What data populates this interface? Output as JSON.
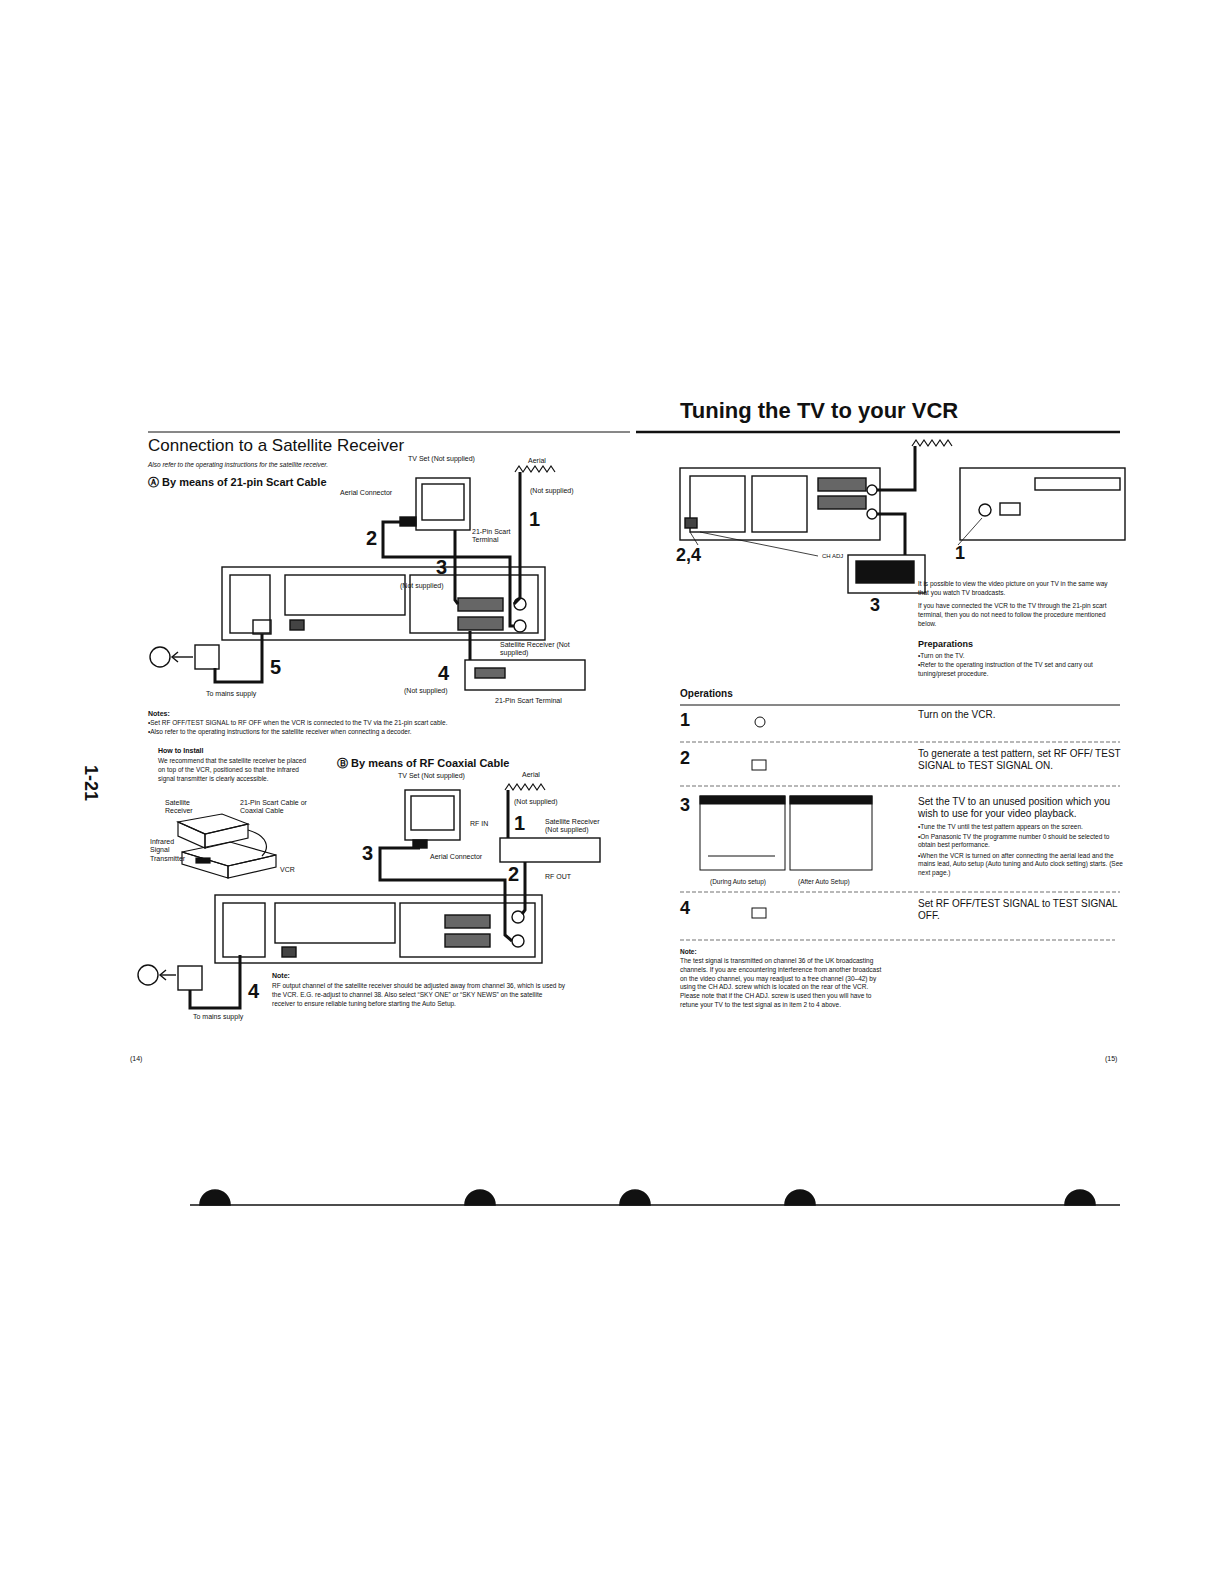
{
  "diagram": {
    "title": "Tuning the TV to your VCR",
    "labels": [
      "Connection to a Satellite Receiver",
      "Also refer to the operating instructions for the satellite receiver.",
      "Ⓐ By means of 21-pin Scart Cable",
      "TV Set (Not supplied)",
      "Aerial",
      "(Not supplied)",
      "Aerial Connector",
      "1",
      "2",
      "21-Pin Scart Terminal",
      "3",
      "(Not supplied)",
      "Satellite Receiver (Not supplied)",
      "4",
      "(Not supplied)",
      "21-Pin Scart Terminal",
      "5",
      "To mains supply",
      "Notes:",
      "•Set RF OFF/TEST SIGNAL to RF OFF when the VCR is connected to the TV via the 21-pin scart cable.",
      "•Also refer to the operating instructions for the satellite receiver when connecting a decoder.",
      "How to Install",
      "We recommend that the satellite receiver be placed on top of the VCR, positioned so that the infrared signal transmitter is clearly accessible.",
      "Satellite Receiver",
      "21-Pin Scart Cable or Coaxial Cable",
      "Infrared Signal Transmitter",
      "VCR",
      "Ⓑ By means of RF Coaxial Cable",
      "TV Set (Not supplied)",
      "Aerial",
      "(Not supplied)",
      "RF IN",
      "1",
      "Satellite Receiver (Not supplied)",
      "3",
      "Aerial Connector",
      "2",
      "RF OUT",
      "4",
      "To mains supply",
      "Note:",
      "RF output channel of the satellite receiver should be adjusted away from channel 36, which is used by the VCR. E.G. re-adjust to channel 38. Also select “SKY ONE” or “SKY NEWS” on the satellite receiver to ensure reliable tuning before starting the Auto Setup.",
      "1-21",
      "(14)",
      "2,4",
      "CH ADJ",
      "1",
      "3",
      "It is possible to view the video picture on your TV in the same way that you watch TV broadcasts.",
      "If you have connected the VCR to the TV through the 21-pin scart terminal, then you do not need to follow the procedure mentioned below.",
      "Preparations",
      "•Turn on the TV.",
      "•Refer to the operating instruction of the TV set and carry out tuning/preset procedure.",
      "Operations",
      "1",
      "Turn on the VCR.",
      "2",
      "To generate a test pattern, set RF OFF/ TEST SIGNAL to TEST SIGNAL ON.",
      "3",
      "Set the TV to an unused position which you wish to use for your video playback.",
      "•Tune the TV until the test pattern appears on the screen.",
      "•On Panasonic TV the programme number 0 should be selected to obtain best performance.",
      "•When the VCR is turned on after connecting the aerial lead and the mains lead, Auto setup (Auto tuning and Auto clock setting) starts. (See next page.)",
      "(During Auto setup)",
      "(After Auto Setup)",
      "4",
      "Set RF OFF/TEST SIGNAL to TEST SIGNAL OFF.",
      "Note:",
      "The test signal is transmitted on channel 36 of the UK broadcasting channels. If you are encountering interference from another broadcast on the video channel, you may readjust to a free channel (30–42) by using the CH ADJ. screw which is located on the rear of the VCR. Please note that if the CH ADJ. screw is used then you will have to retune your TV to the test signal as in item 2 to 4 above.",
      "(15)"
    ]
  }
}
